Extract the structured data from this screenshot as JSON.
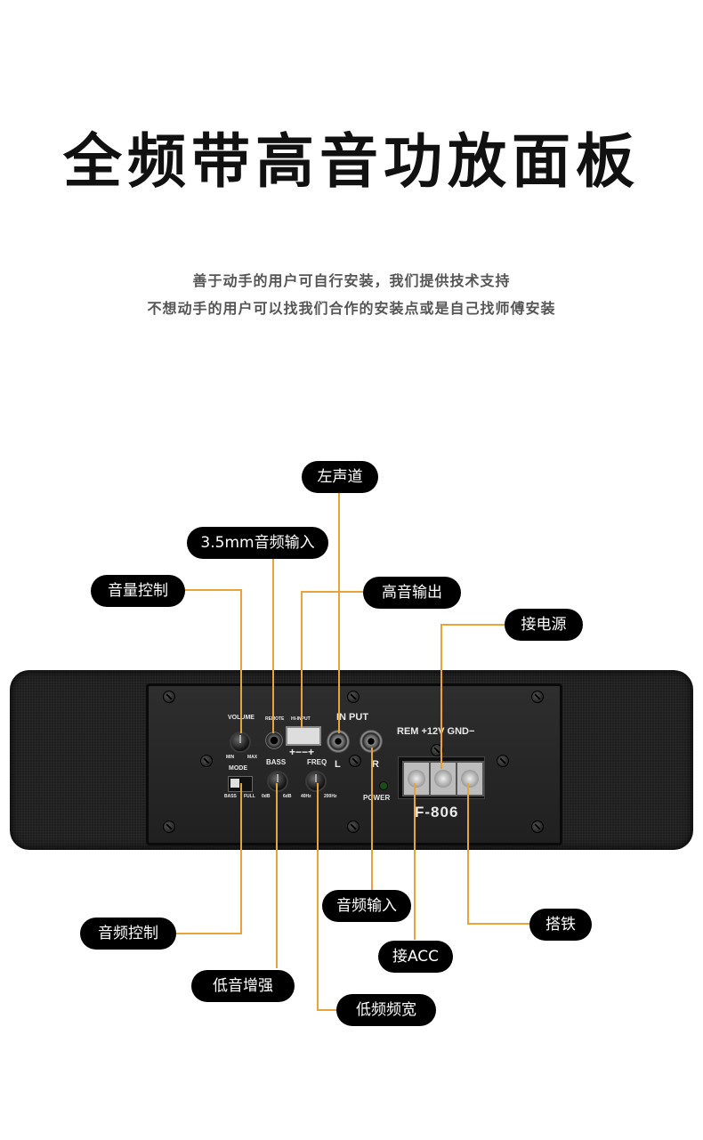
{
  "header": {
    "title": "全频带高音功放面板",
    "subtitle_line1": "善于动手的用户可自行安装，我们提供技术支持",
    "subtitle_line2": "不想动手的用户可以找我们合作的安装点或是自己找师傅安装"
  },
  "callouts": {
    "left_channel": "左声道",
    "aux_input": "3.5mm音频输入",
    "volume_control": "音量控制",
    "treble_output": "高音输出",
    "power_connect": "接电源",
    "audio_control": "音频控制",
    "audio_input": "音频输入",
    "ground": "搭铁",
    "acc": "接ACC",
    "bass_boost": "低音增强",
    "bass_bandwidth": "低频频宽"
  },
  "panel": {
    "volume": "VOLUME",
    "min": "MIN",
    "max": "MAX",
    "remote": "REMOTE",
    "hi_input": "HI-INPUT",
    "polarity": "+−−+",
    "input": "IN PUT",
    "left": "L",
    "right": "R",
    "mode": "MODE",
    "mode_bass": "BASS",
    "mode_full": "FULL",
    "bass": "BASS",
    "bass_min": "0dB",
    "bass_max": "6dB",
    "freq": "FREQ",
    "freq_min": "40Hz",
    "freq_max": "200Hz",
    "power": "POWER",
    "terminals": "REM +12V GND−",
    "model": "F-806"
  },
  "colors": {
    "leader_line": "#e8a33c",
    "callout_bg": "#000000",
    "callout_text": "#ffffff"
  }
}
